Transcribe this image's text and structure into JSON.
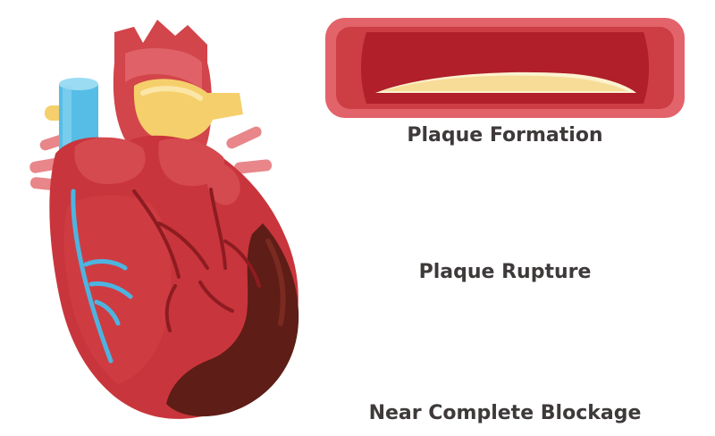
{
  "panels": [
    {
      "id": "plaque-formation",
      "caption": "Plaque Formation"
    },
    {
      "id": "plaque-rupture",
      "caption": "Plaque Rupture"
    },
    {
      "id": "near-complete-blockage",
      "caption": "Near Complete Blockage"
    }
  ],
  "colors": {
    "vessel_outer": "#e2636a",
    "vessel_wall": "#c9353c",
    "lumen": "#b01f2a",
    "plaque": "#f7dc97",
    "plaque_edge": "#fbf2cf",
    "clot": "#8e1a1c",
    "flow_arrow": "#3fb1dd",
    "heart_main": "#c9353c",
    "heart_dark": "#a62629",
    "infarct": "#5e1d16",
    "vein_blue": "#4db4e0",
    "aorta_yellow": "#f5cf6b",
    "text": "#3e3a3a"
  },
  "icons": [
    "heart-illustration",
    "artery-cross-section",
    "blood-flow-arrow-icon"
  ]
}
